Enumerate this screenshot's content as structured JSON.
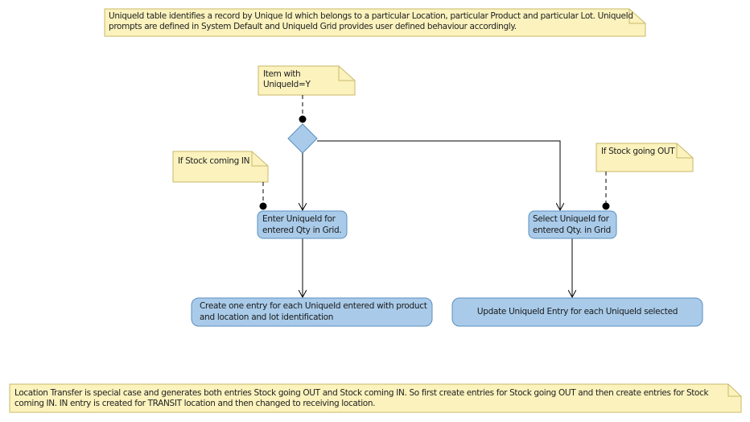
{
  "colors": {
    "note_fill": "#fbf2bd",
    "note_border": "#c9b96a",
    "activity_fill": "#a9cbe9",
    "activity_border": "#5b8fc0",
    "decision_fill": "#a9cbe9",
    "edge": "#000000"
  },
  "notes": {
    "top_description": "UniqueId table identifies a record by Unique Id which belongs to a particular Location, particular Product and particular Lot. UniqueId prompts are defined in System Default and UniqueId Grid provides user defined behaviour accordingly.",
    "item_condition": "Item with UniqueId=Y",
    "stock_in": "If Stock coming IN",
    "stock_out": "If Stock going OUT",
    "bottom_location_transfer": "Location Transfer is special case and generates both entries Stock going OUT and Stock coming IN. So first create entries for Stock going OUT and then create entries for Stock coming IN. IN entry is created for TRANSIT location and then changed to receiving location."
  },
  "activities": {
    "enter_uniqueid": "Enter UniqueId for entered Qty in Grid.",
    "select_uniqueid": "Select UniqueId for entered Qty. in Grid",
    "create_entry": "Create one entry for each UniqueId entered with product and location and lot identification",
    "update_entry": "Update UniqueId Entry for each UniqueId selected"
  }
}
